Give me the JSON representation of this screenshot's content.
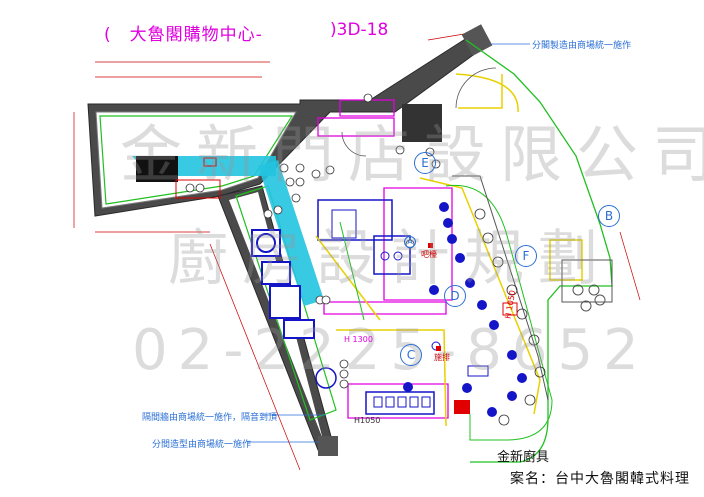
{
  "title": {
    "left": "(　大魯閣購物中心-",
    "right": ")3D-18"
  },
  "notes": {
    "top_right": "分閣製造由商場統一施作",
    "bottom_left_1": "隔間牆由商場統一施作，隔音到頂",
    "bottom_left_2": "分間造型由商場統一施作"
  },
  "zones": [
    "A",
    "B",
    "C",
    "D",
    "E",
    "F"
  ],
  "labels": {
    "bar_counter": "吧檯",
    "hood": "H 1300",
    "hood_2": "H 1050",
    "hood_3": "H1050",
    "water": "施排"
  },
  "watermark": {
    "line1": "金新門店設限公司",
    "line2": "廚房設計規劃",
    "line3": "02-2225-8652"
  },
  "company": "金新廚具",
  "case_name": "案名：台中大魯閣韓式料理",
  "colors": {
    "wall": "#3a3a3a",
    "aqua": "#23c4e0",
    "blue": "#1515c8",
    "magenta": "#e000e0",
    "green": "#20c020",
    "yellow": "#e8d000",
    "red": "#e00000"
  }
}
